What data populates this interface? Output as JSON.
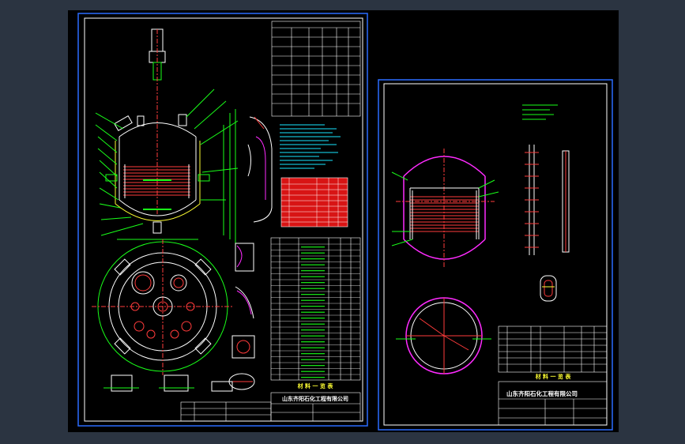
{
  "sheet_left": {
    "company": "山东齐阳石化工程有限公司",
    "material_table_title": "材 料 一 览 表"
  },
  "sheet_right": {
    "company": "山东齐阳石化工程有限公司",
    "material_table_title": "材 料 一 览 表"
  },
  "colors": {
    "background": "#2b3441",
    "canvas": "#000000",
    "frame": "#2a6cff",
    "line_white": "#ffffff",
    "line_red": "#ff3b3b",
    "line_green": "#19ff19",
    "line_magenta": "#ff2bff",
    "line_cyan": "#19e6ff",
    "line_yellow": "#ffff33",
    "table_fill_red": "#d81414"
  }
}
